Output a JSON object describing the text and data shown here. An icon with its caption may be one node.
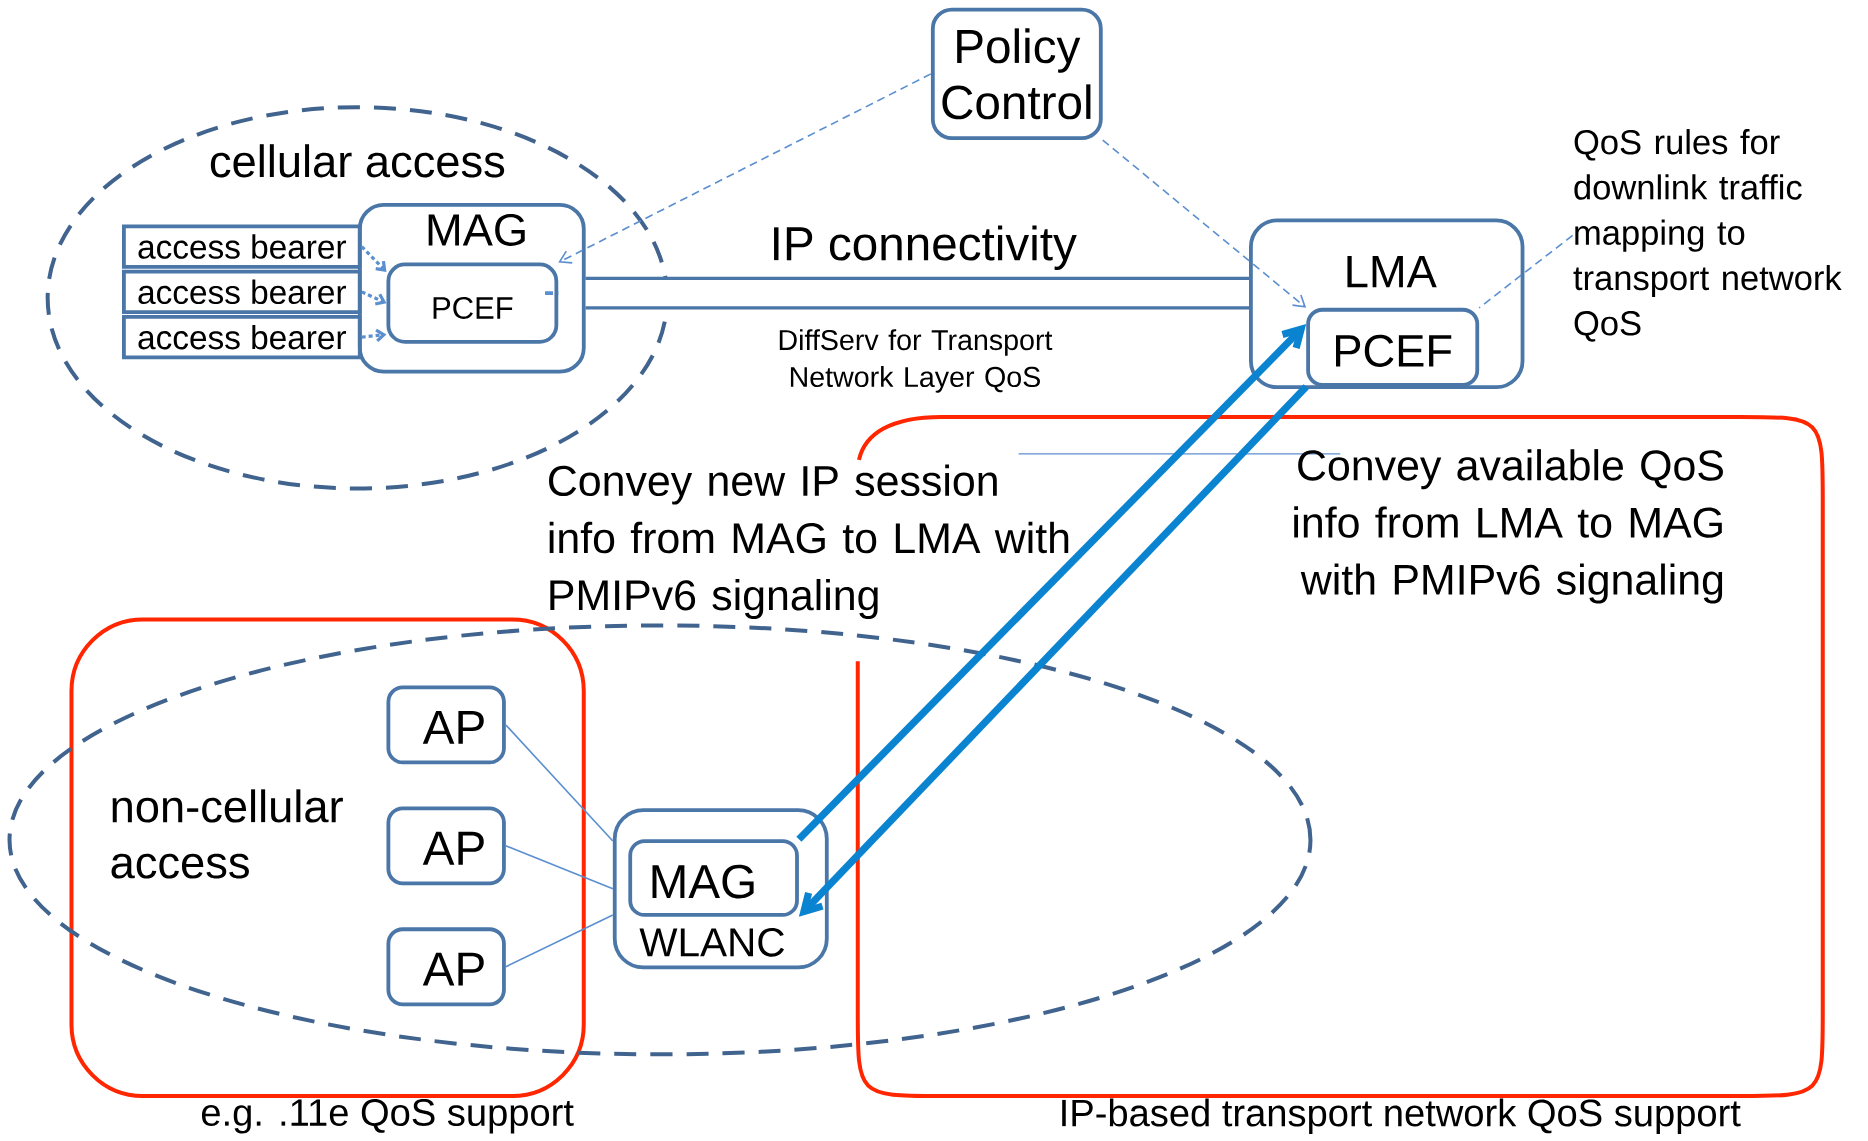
{
  "diagram": {
    "nodes": [
      {
        "text": [
          "cellular access"
        ]
      },
      {
        "text": [
          "MAG"
        ],
        "in": 0
      },
      {
        "text": [
          "PCEF"
        ],
        "in": 1
      },
      {
        "text": [
          "access bearer"
        ],
        "in": 0
      },
      {
        "text": [
          "access bearer"
        ],
        "in": 0
      },
      {
        "text": [
          "access bearer"
        ],
        "in": 0
      },
      {
        "text": [
          "Policy Control"
        ]
      },
      {
        "text": [
          "LMA"
        ]
      },
      {
        "text": [
          "PCEF"
        ],
        "in": 7
      },
      {
        "text": [
          "QoS rules for downlink traffic mapping to transport network QoS"
        ]
      },
      {
        "text": [
          "non-cellular access"
        ]
      },
      {
        "text": [
          "AP"
        ],
        "in": 10
      },
      {
        "text": [
          "AP"
        ],
        "in": 10
      },
      {
        "text": [
          "AP"
        ],
        "in": 10
      },
      {
        "text": [
          "WLANC"
        ],
        "in": 10
      },
      {
        "text": [
          "MAG"
        ],
        "in": 14
      }
    ],
    "edges": [
      {
        "from": 1,
        "to": 7,
        "arrow": "none",
        "style": "thick",
        "color": "#4a76a8",
        "label": "IP connectivity"
      },
      {
        "from": 3,
        "to": 2,
        "arrow": "to",
        "style": "dashed"
      },
      {
        "from": 4,
        "to": 2,
        "arrow": "to",
        "style": "dashed"
      },
      {
        "from": 5,
        "to": 2,
        "arrow": "to",
        "style": "dashed"
      },
      {
        "from": null,
        "to": 2,
        "arrow": "none",
        "style": "dashed"
      },
      {
        "from": 6,
        "to": 2,
        "arrow": "to",
        "style": "dashed"
      },
      {
        "from": 6,
        "to": 8,
        "arrow": "to",
        "style": "dashed"
      },
      {
        "from": 9,
        "to": 8,
        "arrow": "none",
        "style": "dashed"
      },
      {
        "from": 15,
        "to": 8,
        "arrow": "to",
        "style": "thick",
        "color": "#0a84d0",
        "label": "Convey new IP session info from MAG to LMA with PMIPv6 signaling"
      },
      {
        "from": 8,
        "to": 15,
        "arrow": "to",
        "style": "thick",
        "color": "#0a84d0",
        "label": "Convey available QoS info from LMA to MAG with PMIPv6 signaling"
      },
      {
        "from": 11,
        "to": 14,
        "arrow": "none"
      },
      {
        "from": 12,
        "to": 14,
        "arrow": "none"
      },
      {
        "from": 13,
        "to": 14,
        "arrow": "none"
      }
    ],
    "labels": [
      "DiffServ for Transport Network Layer QoS",
      "e.g. .11e QoS support",
      "IP-based transport network QoS support"
    ]
  }
}
